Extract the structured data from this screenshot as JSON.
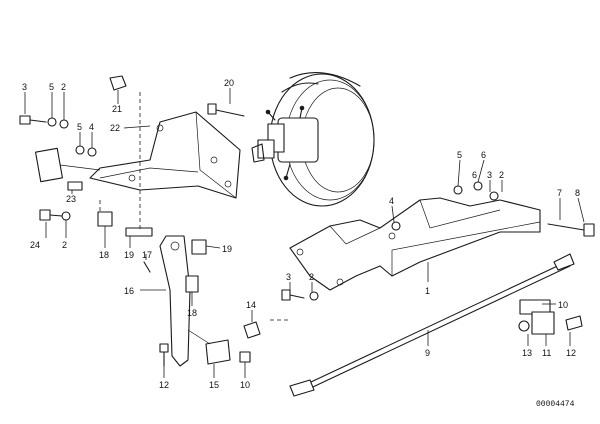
{
  "document_number": "00004474",
  "labels": {
    "p1": "1",
    "p2a": "2",
    "p2b": "2",
    "p2c": "2",
    "p3a": "3",
    "p3b": "3",
    "p3c": "3",
    "p4a": "4",
    "p4b": "4",
    "p5a": "5",
    "p5b": "5",
    "p6a": "6",
    "p6b": "6",
    "p7": "7",
    "p8": "8",
    "p9": "9",
    "p10a": "10",
    "p10b": "10",
    "p11": "11",
    "p12a": "12",
    "p12b": "12",
    "p13": "13",
    "p14": "14",
    "p15": "15",
    "p16": "16",
    "p17": "17",
    "p18a": "18",
    "p18b": "18",
    "p19a": "19",
    "p19b": "19",
    "p20": "20",
    "p21": "21",
    "p22": "22",
    "p23": "23",
    "p24": "24"
  }
}
